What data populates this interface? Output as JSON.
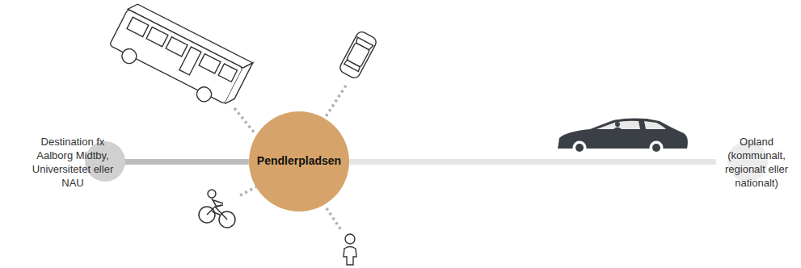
{
  "diagram": {
    "nodes": [
      {
        "text": [
          "Destination fx Aalborg Midtby, Universitetet eller NAU"
        ]
      },
      {
        "text": [
          "Pendlerpladsen"
        ]
      },
      {
        "text": [
          "Opland (kommunalt, regionalt eller nationalt)"
        ]
      }
    ],
    "edges": [
      {
        "from": 0,
        "to": 1,
        "arrow": "none"
      },
      {
        "from": 1,
        "to": 2,
        "arrow": "none"
      }
    ]
  }
}
